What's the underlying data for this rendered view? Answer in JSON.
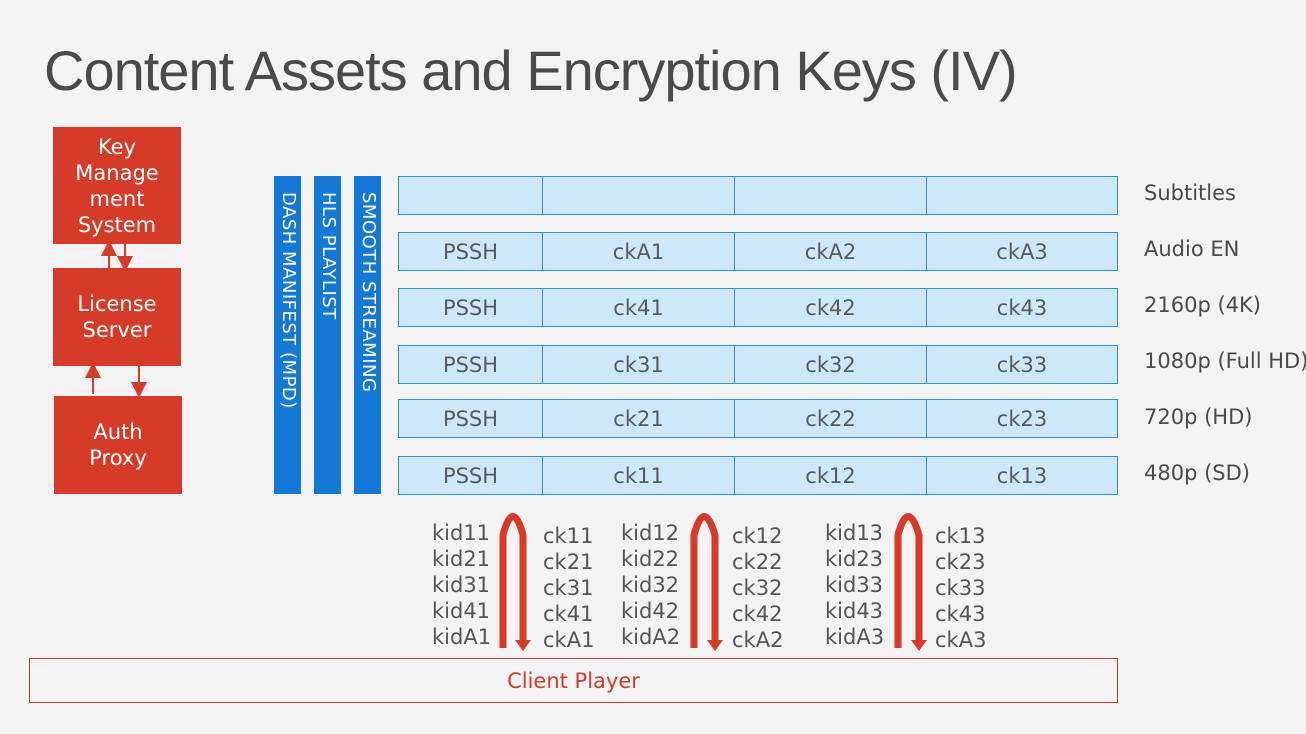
{
  "title": "Content Assets and Encryption Keys (IV)",
  "systems": {
    "kms": "Key\nManage\nment\nSystem",
    "license": "License\nServer",
    "auth": "Auth\nProxy"
  },
  "manifests": [
    "DASH MANIFEST (MPD)",
    "HLS PLAYLIST",
    "SMOOTH STREAMING"
  ],
  "rows": [
    {
      "label": "Subtitles",
      "cells": [
        "",
        "",
        "",
        ""
      ]
    },
    {
      "label": "Audio EN",
      "cells": [
        "PSSH",
        "ckA1",
        "ckA2",
        "ckA3"
      ]
    },
    {
      "label": "2160p (4K)",
      "cells": [
        "PSSH",
        "ck41",
        "ck42",
        "ck43"
      ]
    },
    {
      "label": "1080p (Full HD)",
      "cells": [
        "PSSH",
        "ck31",
        "ck32",
        "ck33"
      ]
    },
    {
      "label": "720p (HD)",
      "cells": [
        "PSSH",
        "ck21",
        "ck22",
        "ck23"
      ]
    },
    {
      "label": "480p (SD)",
      "cells": [
        "PSSH",
        "ck11",
        "ck12",
        "ck13"
      ]
    }
  ],
  "key_exchange": [
    {
      "kids": [
        "kid11",
        "kid21",
        "kid31",
        "kid41",
        "kidA1"
      ],
      "keys": [
        "ck11",
        "ck21",
        "ck31",
        "ck41",
        "ckA1"
      ]
    },
    {
      "kids": [
        "kid12",
        "kid22",
        "kid32",
        "kid42",
        "kidA2"
      ],
      "keys": [
        "ck12",
        "ck22",
        "ck32",
        "ck42",
        "ckA2"
      ]
    },
    {
      "kids": [
        "kid13",
        "kid23",
        "kid33",
        "kid43",
        "kidA3"
      ],
      "keys": [
        "ck13",
        "ck23",
        "ck33",
        "ck43",
        "ckA3"
      ]
    }
  ],
  "client_player": "Client Player",
  "colors": {
    "accent_red": "#d53b28",
    "manifest_blue": "#1479d6",
    "cell_fill": "#cde8fb",
    "cell_border": "#2e8de1"
  }
}
